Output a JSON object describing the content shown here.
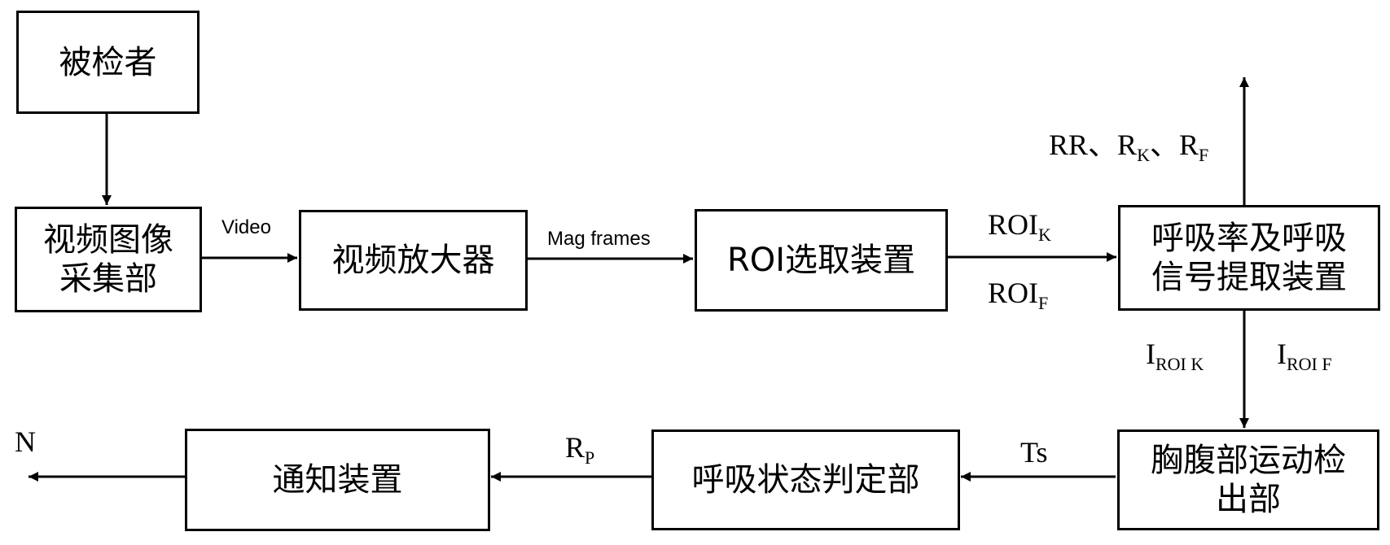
{
  "nodes": {
    "subject": "被检者",
    "camera": [
      "视频图像",
      "采集部"
    ],
    "amplifier": "视频放大器",
    "roi_select": "ROI选取装置",
    "extract": [
      "呼吸率及呼吸",
      "信号提取装置"
    ],
    "motion": [
      "胸腹部运动检",
      "出部"
    ],
    "judge": "呼吸状态判定部",
    "notify": "通知装置"
  },
  "edges": {
    "video": "Video",
    "mag": "Mag frames",
    "roi_k": {
      "base": "ROI",
      "sub": "K"
    },
    "roi_f": {
      "base": "ROI",
      "sub": "F"
    },
    "rates": {
      "rr": "RR",
      "sep": "、",
      "rk_base": "R",
      "rk_sub": "K",
      "rf_base": "R",
      "rf_sub": "F"
    },
    "i_roi_k": {
      "base": "I",
      "sub": "ROI K"
    },
    "i_roi_f": {
      "base": "I",
      "sub": "ROI F"
    },
    "ts": "Ts",
    "rp": {
      "base": "R",
      "sub": "P"
    },
    "n": "N"
  }
}
